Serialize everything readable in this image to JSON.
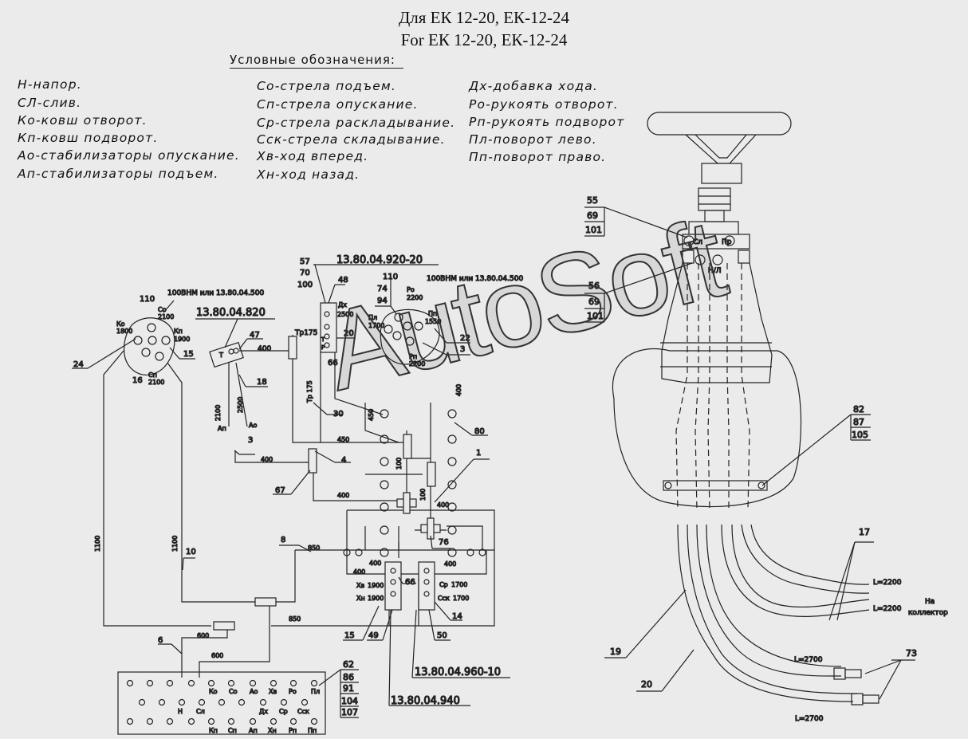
{
  "title": {
    "line1": "Для ЕК 12-20, ЕК-12-24",
    "line2": "For ЕК 12-20, ЕК-12-24"
  },
  "legend": {
    "header": "Условные обозначения:",
    "col1": [
      "Н-напор.",
      "СЛ-слив.",
      "Ко-ковш отворот.",
      "Кп-ковш подворот.",
      "Ао-стабилизаторы опускание.",
      "Ап-стабилизаторы подъем."
    ],
    "col2": [
      "Со-стрела подъем.",
      "Сп-стрела опускание.",
      "Ср-стрела раскладывание.",
      "Сск-стрела складывание.",
      "Хв-ход вперед.",
      "Хн-ход назад."
    ],
    "col3": [
      "Дх-добавка хода.",
      "Ро-рукоять отворот.",
      "Рп-рукоять подворот",
      "Пл-поворот лево.",
      "Пп-поворот право."
    ]
  },
  "watermark": "AutoSoft",
  "parts": {
    "p55": "55",
    "p69": "69",
    "p101": "101",
    "p56": "56",
    "p82": "82",
    "p87": "87",
    "p105": "105",
    "p17": "17",
    "p19": "19",
    "p20": "20",
    "p73": "73",
    "p57": "57",
    "p70": "70",
    "p100": "100",
    "p48": "48",
    "p110": "110",
    "p74": "74",
    "p94": "94",
    "p47": "47",
    "p18": "18",
    "p3": "3",
    "p24": "24",
    "p15": "15",
    "p16": "16",
    "p30": "30",
    "p4": "4",
    "p67": "67",
    "p1": "1",
    "p80": "80",
    "p22": "22",
    "p8": "8",
    "p10": "10",
    "p66": "66",
    "p76": "76",
    "p14": "14",
    "p49": "49",
    "p50": "50",
    "p6": "6",
    "p62": "62",
    "p86": "86",
    "p91": "91",
    "p104": "104",
    "p107": "107",
    "p20b": "20",
    "p3b": "3"
  },
  "codes": {
    "c920": "13.80.04.920-20",
    "c820": "13.80.04.820",
    "c960": "13.80.04.960-10",
    "c940": "13.80.04.940",
    "vhm1": "100ВНМ или 13.80.04.500",
    "vhm2": "100ВНМ или 13.80.04.500"
  },
  "lengths": {
    "L2200a": "L=2200",
    "L2200b": "L=2200",
    "L2700a": "L=2700",
    "L2700b": "L=2700",
    "na": "На",
    "kollektor": "коллектор",
    "n400a": "400",
    "n450": "450",
    "n400b": "400",
    "n400c": "400",
    "n100a": "100",
    "n100b": "100",
    "n400d": "400",
    "n850a": "850",
    "n850b": "850",
    "n600a": "600",
    "n600b": "600",
    "n1100a": "1100",
    "n1100b": "1100",
    "n2100": "2100",
    "n2500": "2500",
    "n450v": "450",
    "n400v": "400",
    "n400e": "400",
    "n400f": "400",
    "n400g": "400",
    "tr175": "Тр175",
    "tr175v": "Тр 175"
  },
  "ports": {
    "steer_sl": "Сл",
    "steer_pr": "Пр",
    "steer_nl": "Н/Л",
    "ko": "Ко",
    "ko_v": "1800",
    "so": "Со",
    "so_v": "2100",
    "kp": "Кп",
    "kp_v": "1900",
    "sp": "Сп",
    "sp_v": "2100",
    "ro": "Ро",
    "ro_v": "2200",
    "pl": "Пл",
    "pl_v": "1700",
    "pp": "Пп",
    "pp_v": "1550",
    "rp": "Рп",
    "rp_v": "2200",
    "dx": "Дх",
    "dx_v": "2500",
    "t": "Т",
    "p": "Р",
    "xv": "Хв",
    "xv_v": "1900",
    "xn": "Хн",
    "xn_v": "1900",
    "sr": "Ср",
    "sr_v": "1700",
    "ssk": "Сск",
    "ssk_v": "1700",
    "an": "Ап",
    "ao": "Ао",
    "tk": "Т",
    "m_ko": "Ко",
    "m_so": "Со",
    "m_ao": "Ао",
    "m_xv": "Хв",
    "m_ro": "Ро",
    "m_pl": "Пл",
    "m_n": "Н",
    "m_sl": "Сл",
    "m_dx": "Дх",
    "m_sr": "Ср",
    "m_ssk": "Сск",
    "m_kp": "Кп",
    "m_sp": "Сп",
    "m_ap": "Ап",
    "m_xn": "Хн",
    "m_rp": "Рп",
    "m_pp": "Пп"
  }
}
